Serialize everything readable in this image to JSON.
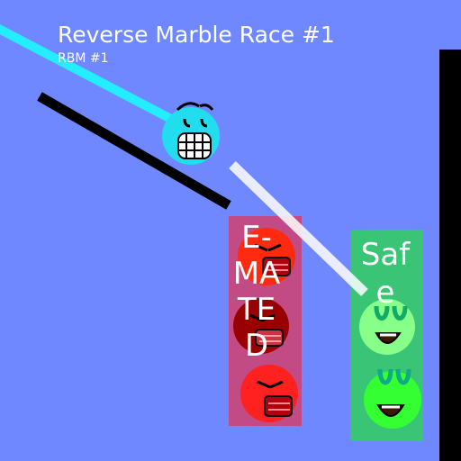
{
  "header": {
    "title": "Reverse Marble Race #1",
    "subtitle": "RBM #1"
  },
  "zones": {
    "eliminated": {
      "label": "E-MATED",
      "color": "#d04070"
    },
    "safe": {
      "label": "Safe",
      "color": "#33cc66"
    }
  },
  "colors": {
    "background": "#7088ff",
    "player_marble": "#22ddee",
    "track_cyan": "#22eeff",
    "track_white": "#ffffff",
    "ramp": "#000000",
    "wall": "#000000",
    "red_marble": "#ff2a10",
    "dark_red_marble": "#990000",
    "green_marble": "#33ff33",
    "light_green_marble": "#88ff88"
  },
  "marbles": [
    {
      "name": "cyan-player-marble",
      "color": "cyan",
      "expression": "grimace"
    },
    {
      "name": "red-marble-1",
      "color": "red",
      "expression": "angry"
    },
    {
      "name": "dark-red-marble",
      "color": "dark-red",
      "expression": "angry"
    },
    {
      "name": "red-marble-2",
      "color": "red",
      "expression": "angry"
    },
    {
      "name": "light-green-marble",
      "color": "light-green",
      "expression": "happy"
    },
    {
      "name": "green-marble",
      "color": "green",
      "expression": "happy"
    }
  ]
}
